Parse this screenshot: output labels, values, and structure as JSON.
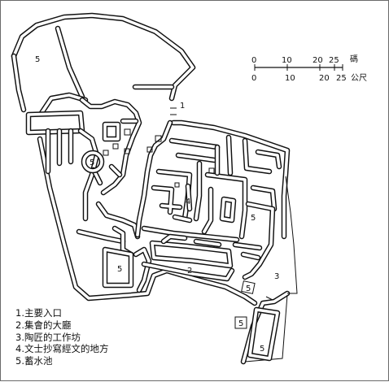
{
  "scale": {
    "top_ticks": [
      "0",
      "10",
      "20",
      "25"
    ],
    "top_unit": "碼",
    "bottom_ticks": [
      "0",
      "10",
      "20",
      "25"
    ],
    "bottom_unit": "公尺"
  },
  "markers": {
    "m1": "1",
    "m2": "2",
    "m3": "3",
    "m4": "4",
    "m5a": "5",
    "m5b": "5",
    "m5c": "5",
    "m5d": "5",
    "m5e": "5",
    "m5f": "5",
    "m5g": "5"
  },
  "legend": [
    "1.主要入口",
    "2.集會的大廳",
    "3.陶匠的工作坊",
    "4.文士抄寫經文的地方",
    "5.蓄水池"
  ]
}
